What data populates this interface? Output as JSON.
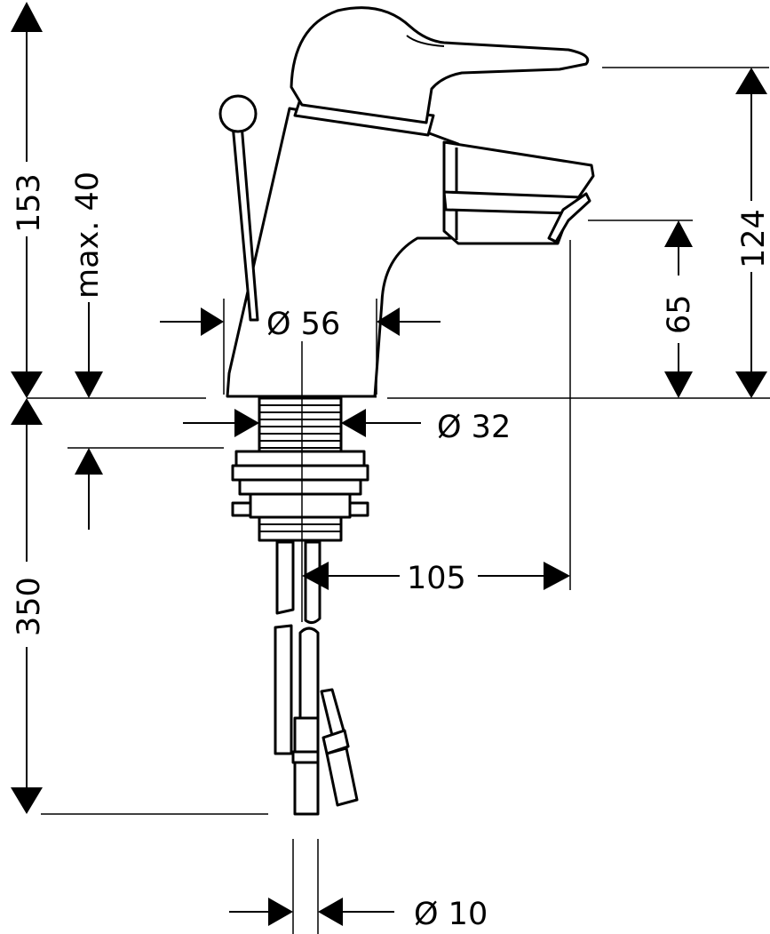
{
  "dimensions": {
    "height_total": "153",
    "max_40": "max. 40",
    "body_diameter": "Ø 56",
    "shank_diameter": "Ø 32",
    "spout_height": "124",
    "spout_clearance": "65",
    "below_counter": "350",
    "projection": "105",
    "hose_diameter": "Ø 10"
  }
}
